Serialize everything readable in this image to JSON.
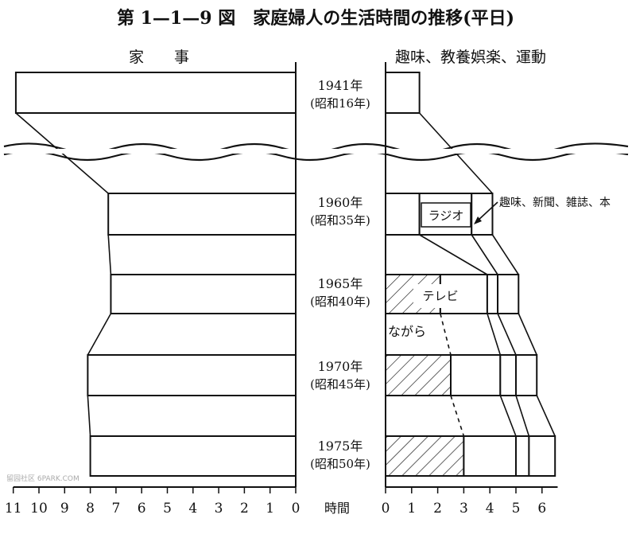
{
  "chart_data": {
    "type": "bar",
    "title": "第 1—1—9 図　家庭婦人の生活時間の推移(平日)",
    "left_panel_label": "家　　事",
    "right_panel_label": "趣味、教養娯楽、運動",
    "axis_unit_label": "時間",
    "left_ticks": [
      11,
      10,
      9,
      8,
      7,
      6,
      5,
      4,
      3,
      2,
      1,
      0
    ],
    "right_ticks": [
      0,
      1,
      2,
      3,
      4,
      5,
      6
    ],
    "xlim_left": [
      0,
      11
    ],
    "xlim_right": [
      0,
      6.6
    ],
    "categories": [
      {
        "year": "1941年",
        "era": "(昭和16年)"
      },
      {
        "year": "1960年",
        "era": "(昭和35年)"
      },
      {
        "year": "1965年",
        "era": "(昭和40年)"
      },
      {
        "year": "1970年",
        "era": "(昭和45年)"
      },
      {
        "year": "1975年",
        "era": "(昭和50年)"
      }
    ],
    "housework_hours": [
      10.9,
      7.3,
      7.2,
      8.1,
      8.0
    ],
    "hobby_segments": [
      [
        1.3
      ],
      [
        1.3,
        2.0,
        0.8
      ],
      [
        2.1,
        1.8,
        0.4,
        0.8
      ],
      [
        2.5,
        1.9,
        0.6,
        0.8
      ],
      [
        3.0,
        2.0,
        0.5,
        1.0
      ]
    ],
    "annotations": {
      "radio": "ラジオ",
      "hobby_news": "趣味、新聞、雑誌、本",
      "tv": "テレビ",
      "nagara": "ながら"
    },
    "watermark": "留园社区 6PARK.COM"
  }
}
